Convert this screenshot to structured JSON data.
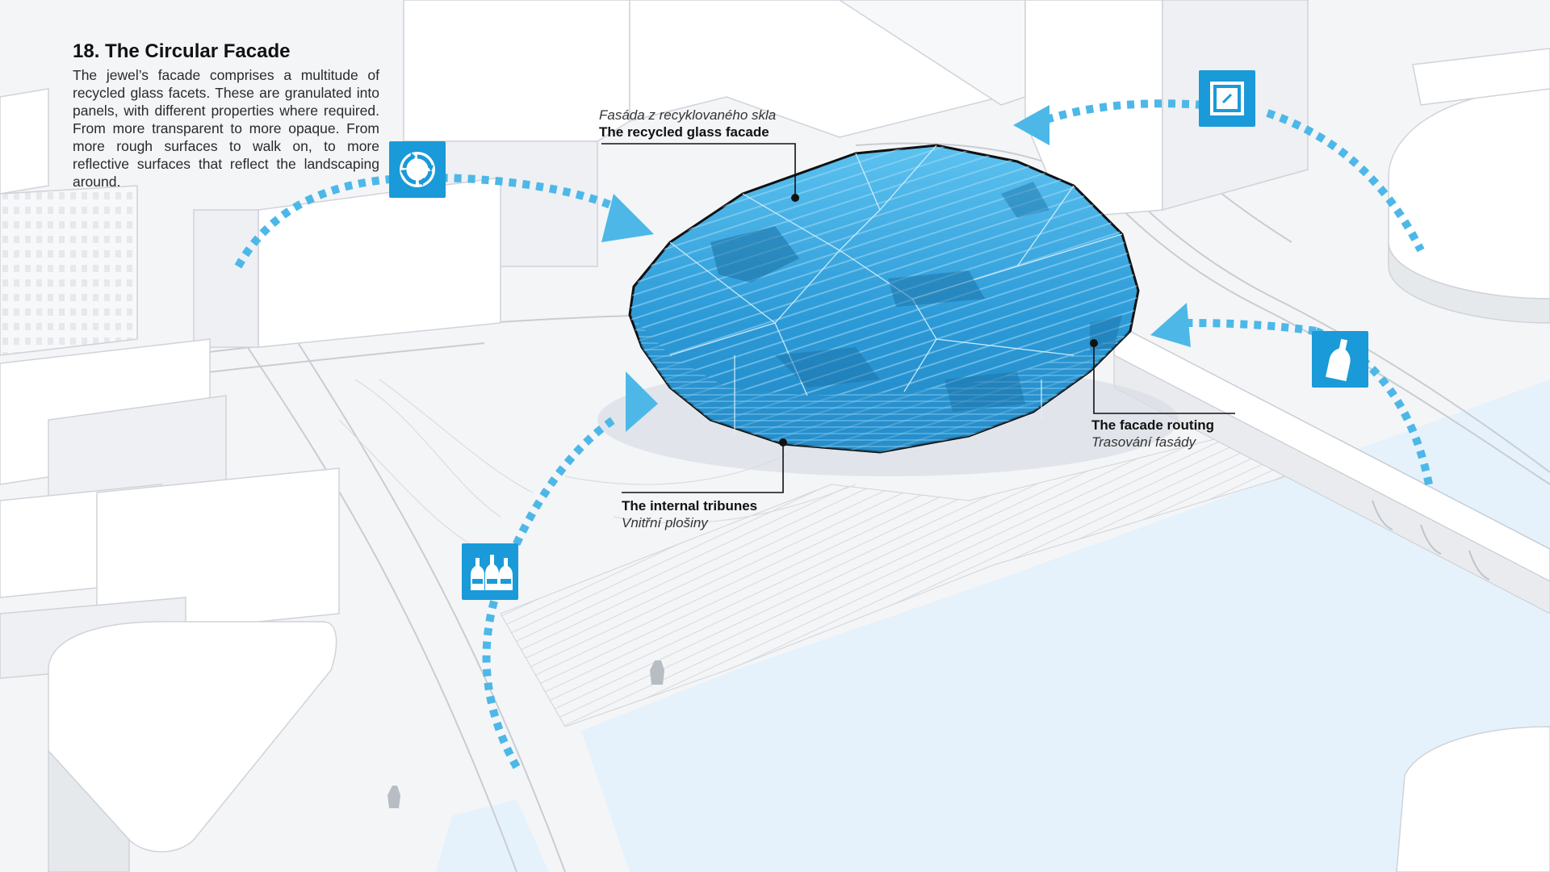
{
  "intro": {
    "title": "18. The Circular Facade",
    "body": "The jewel’s facade comprises a multitude of recycled glass facets. These are granulated into panels, with different properties where required. From more transparent to more opaque. From more rough surfaces to walk on, to more reflective surfaces that reflect the landscaping around."
  },
  "callouts": {
    "recycled_glass": {
      "cz": "Fasáda z recyklovaného skla",
      "en": "The recycled glass facade"
    },
    "facade_routing": {
      "en": "The facade routing",
      "cz": "Trasování fasády"
    },
    "internal_tribunes": {
      "en": "The internal tribunes",
      "cz": "Vnitřní plošiny"
    }
  },
  "icons": {
    "recycle": "recycle-icon",
    "glass_panel": "glass-panel-icon",
    "bottle": "bottle-icon",
    "bottles": "bottles-icon"
  },
  "colors": {
    "accent": "#1a9ad8",
    "facade": "#3aa6e0",
    "arrow": "#4db8e8",
    "water": "#e6f2fb"
  }
}
